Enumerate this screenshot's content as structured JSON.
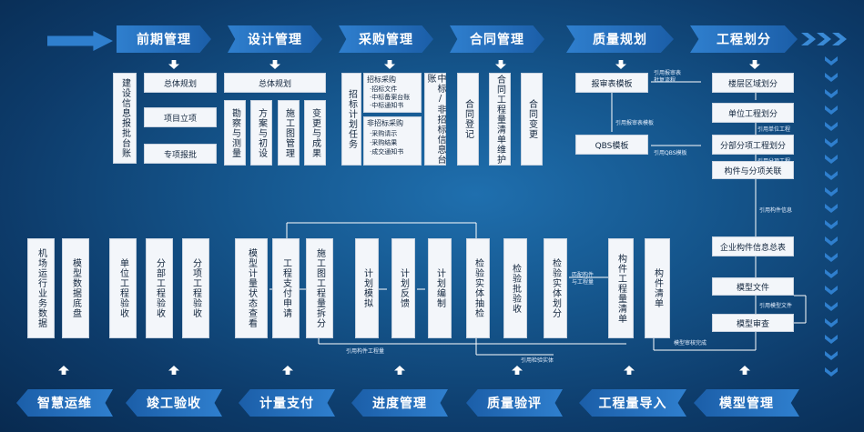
{
  "top_stages": [
    "前期管理",
    "设计管理",
    "采购管理",
    "合同管理",
    "质量规划",
    "工程划分"
  ],
  "bottom_stages": [
    "智慧运维",
    "竣工验收",
    "计量支付",
    "进度管理",
    "质量验评",
    "工程量导入",
    "模型管理"
  ],
  "prelim": {
    "left": "建设信息报批台账",
    "items": [
      "总体规划",
      "项目立项",
      "专项报批"
    ]
  },
  "design": {
    "top": "总体规划",
    "cols": [
      "勘察与测量",
      "方案与初设",
      "施工图管理",
      "变更与成果"
    ]
  },
  "procure": {
    "left": "招标计划任务",
    "g1_title": "招标采购",
    "g1_items": [
      "·招标文件",
      "·中标备案台账",
      "·中标通知书"
    ],
    "g2_title": "非招标采购",
    "g2_items": [
      "·采购请示",
      "·采购结果",
      "·成交通知书"
    ],
    "right": "中标/非招标信息台账"
  },
  "contract": {
    "cols": [
      "合同登记",
      "合同工程量清单维护",
      "合同变更"
    ]
  },
  "quality_plan": {
    "top": "报审表模板",
    "bottom": "QBS模板",
    "lbl_a": "引用报审表",
    "lbl_a2": "批复流程",
    "lbl_b": "引用报审表模板",
    "lbl_c": "引用QBS模板"
  },
  "division": {
    "items": [
      "楼层区域划分",
      "单位工程划分",
      "分部分项工程划分",
      "构件与分项关联"
    ],
    "lbl_1": "引用单位工程",
    "lbl_2": "引用分项工程",
    "lbl_3": "引用构件信息"
  },
  "model_mgmt": {
    "items": [
      "企业构件信息总表",
      "模型文件",
      "模型审查"
    ],
    "lbl_file": "引用模型文件",
    "lbl_bottom": "模型审核完成"
  },
  "bottom_flow": {
    "ops": [
      "机场运行业务数据",
      "模型数据底盘"
    ],
    "accept": [
      "单位工程验收",
      "分部工程验收",
      "分项工程验收"
    ],
    "measure": [
      "模型计量状态查看",
      "工程支付申请",
      "施工图工程量拆分"
    ],
    "schedule": [
      "计划模拟",
      "计划反馈",
      "计划编制"
    ],
    "qeval": [
      "检验实体抽检",
      "检验批验收",
      "检验实体划分"
    ],
    "qty": [
      "构件工程量清单",
      "构件清单"
    ],
    "lbl_link": "匹配构件",
    "lbl_link2": "与工程量",
    "lbl_b1": "引用构件工程量",
    "lbl_b2": "引用检验实体"
  }
}
